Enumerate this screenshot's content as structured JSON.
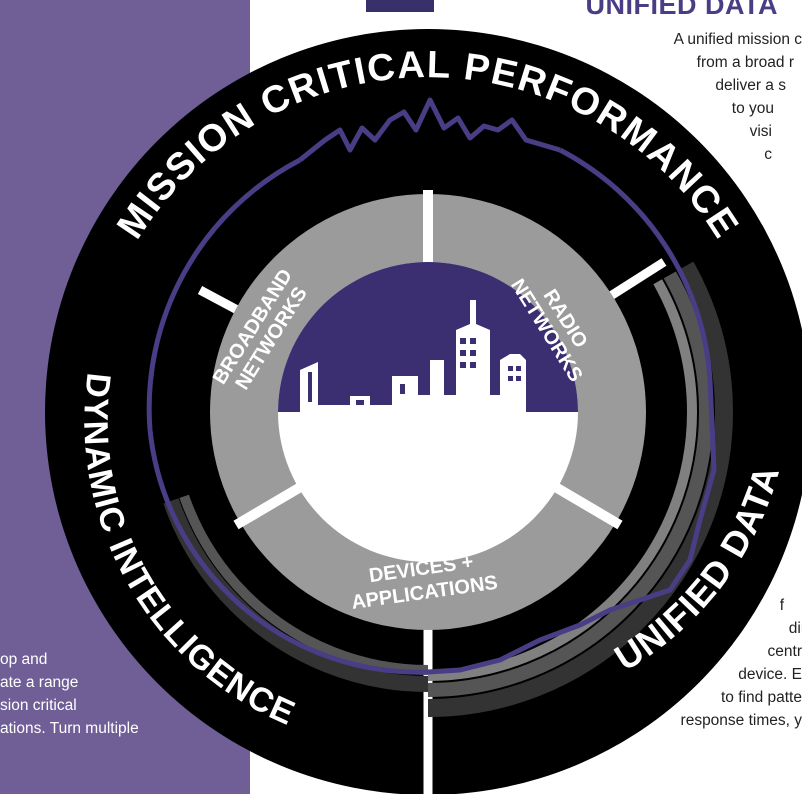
{
  "section": {
    "heading": "UNIFIED DATA"
  },
  "para_right_top": [
    "A unified mission c",
    "from a broad r",
    "deliver a s",
    "to you",
    "visi",
    "c"
  ],
  "para_right_bottom": [
    "f",
    "dir",
    "centr",
    "device. E",
    "to find patte",
    "response times, y"
  ],
  "para_left_bottom": [
    "op and",
    "ate a range",
    "sion critical",
    "ations. Turn multiple"
  ],
  "diagram": {
    "outer_segments": [
      {
        "label": "MISSION CRITICAL PERFORMANCE"
      },
      {
        "label": "UNIFIED DATA"
      },
      {
        "label": "DYNAMIC INTELLIGENCE"
      }
    ],
    "inner_segments": [
      {
        "label_lines": [
          "BROADBAND",
          "NETWORKS"
        ]
      },
      {
        "label_lines": [
          "RADIO",
          "NETWORKS"
        ]
      },
      {
        "label_lines": [
          "DEVICES +",
          "APPLICATIONS"
        ]
      }
    ],
    "colors": {
      "outer_ring": "#000000",
      "inner_ring": "#9b9b9b",
      "accent": "#4a3d86",
      "panel": "#6f5f96",
      "data_band_dark": "#333333",
      "data_band_mid": "#555555",
      "data_band_light": "#808080"
    },
    "center_icon": "city-skyline-icon"
  }
}
